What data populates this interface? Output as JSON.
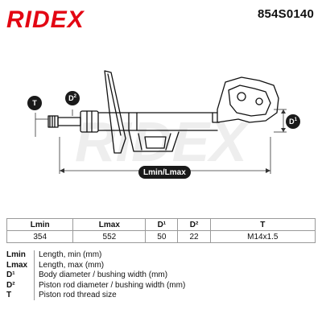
{
  "header": {
    "brand": "RIDEX",
    "part_number": "854S0140"
  },
  "diagram": {
    "badge_t": "T",
    "badge_d2": "D",
    "badge_d2_sup": "2",
    "badge_d1": "D",
    "badge_d1_sup": "1",
    "length_label": "Lmin/Lmax"
  },
  "table": {
    "headers": [
      "Lmin",
      "Lmax",
      "D¹",
      "D²",
      "T"
    ],
    "values": [
      "354",
      "552",
      "50",
      "22",
      "M14x1.5"
    ]
  },
  "legend": [
    {
      "code": "Lmin",
      "desc": "Length, min (mm)"
    },
    {
      "code": "Lmax",
      "desc": "Length, max (mm)"
    },
    {
      "code": "D¹",
      "desc": "Body diameter / bushing width (mm)"
    },
    {
      "code": "D²",
      "desc": "Piston rod diameter / bushing width (mm)"
    },
    {
      "code": "T",
      "desc": "Piston rod thread size"
    }
  ]
}
